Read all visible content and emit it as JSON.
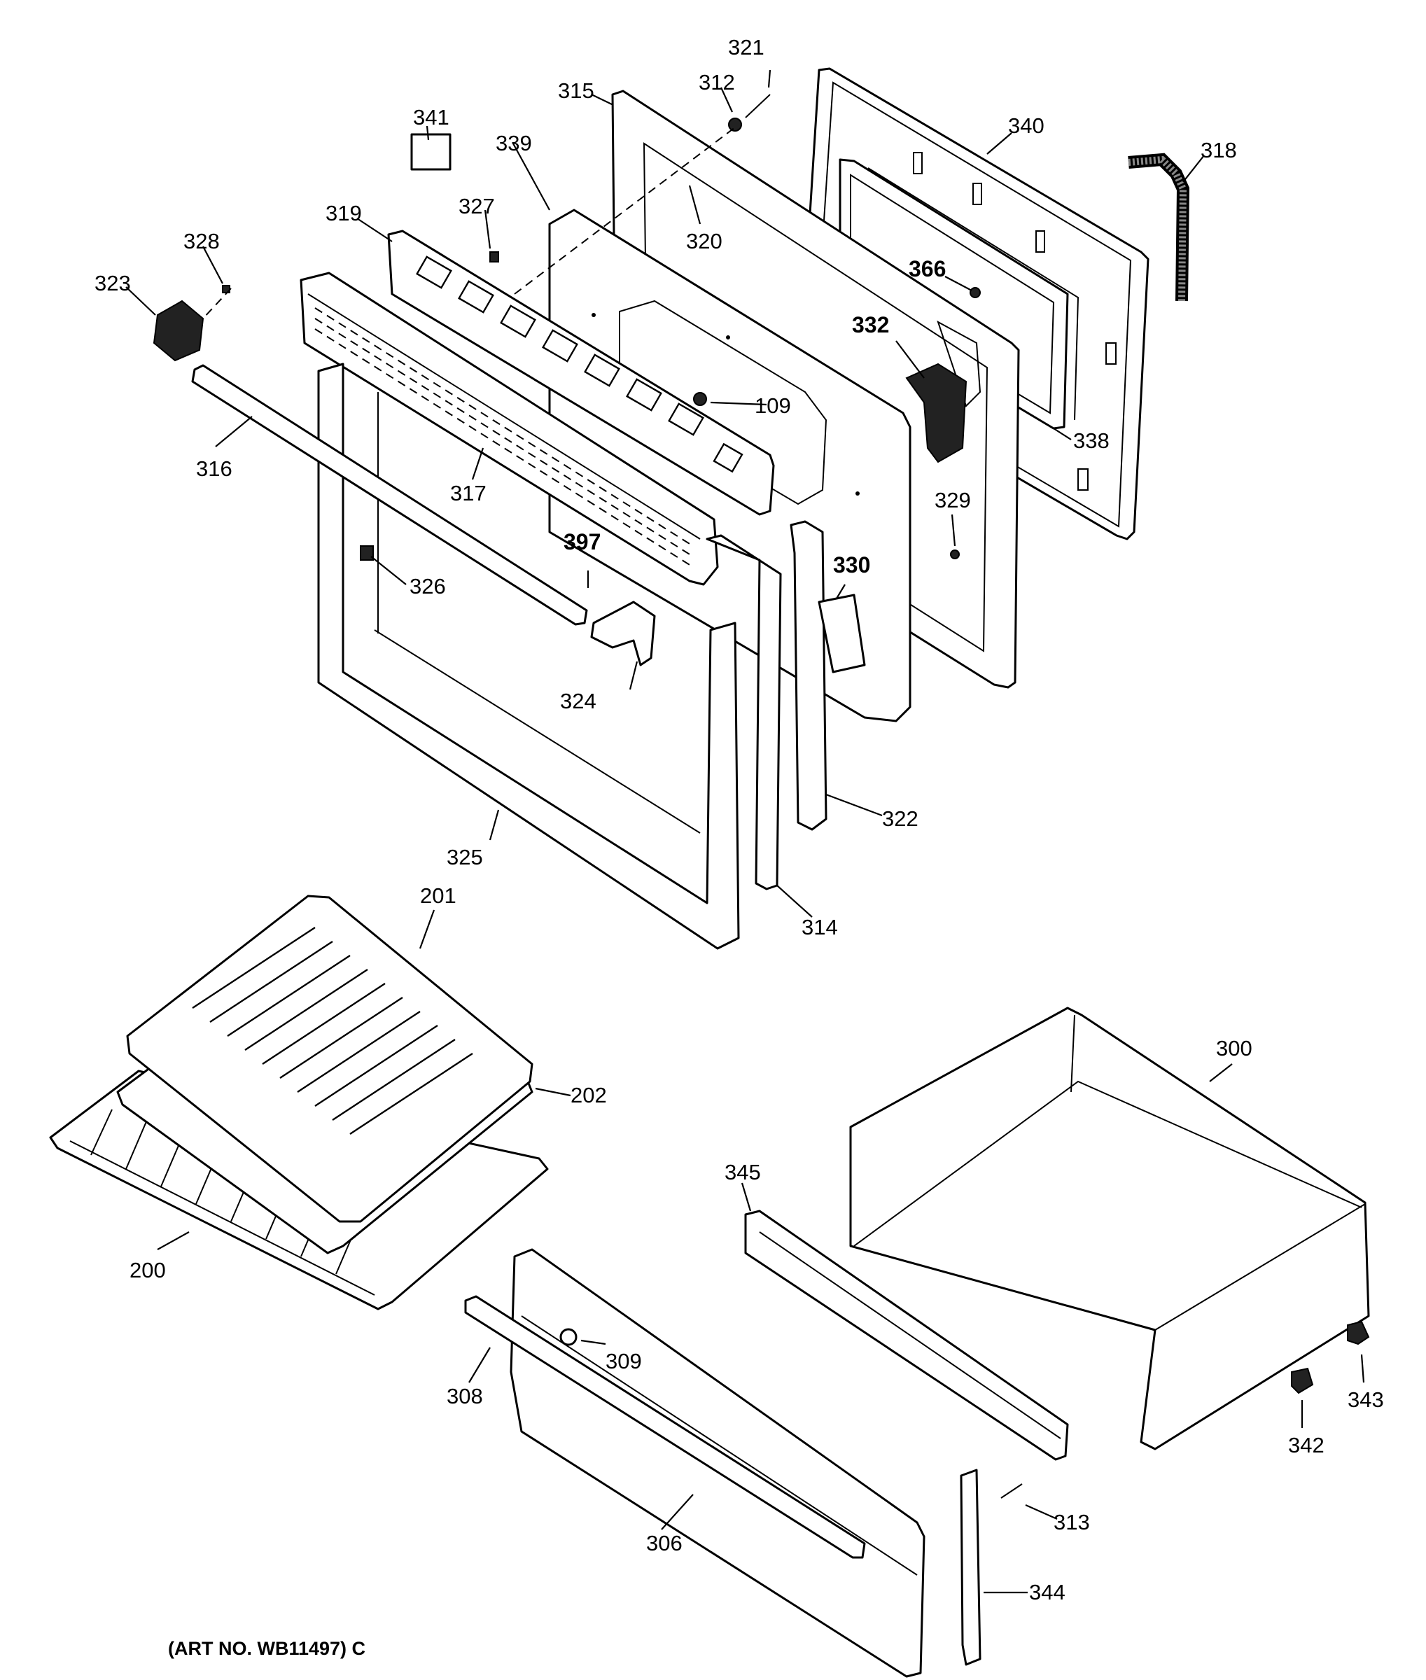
{
  "diagram": {
    "title": "",
    "art_number": "(ART NO. WB11497) C",
    "part_labels": {
      "p321": "321",
      "p312": "312",
      "p315": "315",
      "p340": "340",
      "p318": "318",
      "p341": "341",
      "p339": "339",
      "p327": "327",
      "p319": "319",
      "p328": "328",
      "p323": "323",
      "p320": "320",
      "p366": "366",
      "p332": "332",
      "p109": "109",
      "p338": "338",
      "p316": "316",
      "p317": "317",
      "p329": "329",
      "p397": "397",
      "p330": "330",
      "p326": "326",
      "p324": "324",
      "p322": "322",
      "p325": "325",
      "p314": "314",
      "p201": "201",
      "p202": "202",
      "p200": "200",
      "p300": "300",
      "p345": "345",
      "p309": "309",
      "p308": "308",
      "p343": "343",
      "p342": "342",
      "p313": "313",
      "p306": "306",
      "p344": "344"
    }
  }
}
